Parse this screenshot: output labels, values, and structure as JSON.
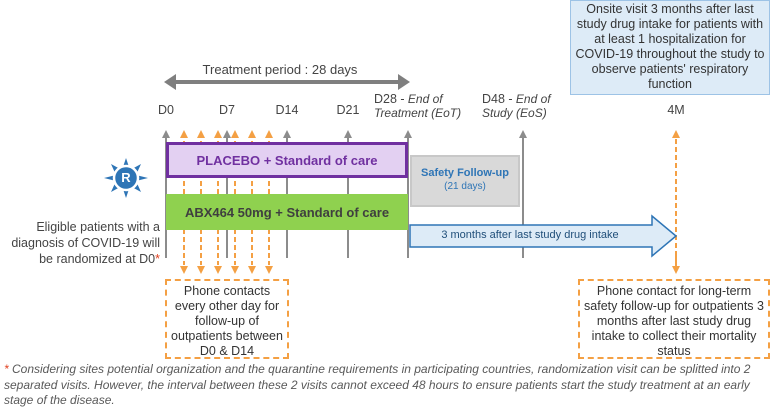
{
  "treatment_period": "Treatment period : 28 days",
  "timepoints": [
    {
      "label": "D0"
    },
    {
      "label": "D7"
    },
    {
      "label": "D14"
    },
    {
      "label": "D21"
    },
    {
      "label": "D28 -",
      "note": "End of Treatment (EoT)"
    },
    {
      "label": "D48 -",
      "note": "End of Study (EoS)"
    },
    {
      "label": "4M"
    }
  ],
  "onsite_visit_note": "Onsite visit 3 months after last study drug intake for patients with at least 1 hospitalization for COVID-19 throughout the study to observe patients' respiratory function",
  "randomization_badge": "R",
  "eligibility_text": "Eligible patients with a diagnosis of COVID-19 will be randomized at D0",
  "eligibility_asterisk": "*",
  "placebo_arm": {
    "name": "PLACEBO",
    "suffix": " + Standard of care"
  },
  "active_arm": {
    "name": "ABX464 50mg",
    "suffix": " + Standard of care"
  },
  "safety_followup": {
    "title": "Safety Follow-up",
    "duration": "(21 days)"
  },
  "three_month_arrow": "3 months after last study drug intake",
  "phone_contacts_note": "Phone contacts every other day for follow-up of outpatients between D0 & D14",
  "phone_longterm_note": "Phone contact for long-term safety follow-up for outpatients 3 months after last study drug intake to collect their mortality status",
  "footnote_asterisk": "*",
  "footnote": " Considering sites potential organization and the quarantine requirements in participating countries, randomization visit can be splitted into 2 separated visits. However, the interval between these 2 visits cannot exceed 48 hours to ensure patients start the study treatment at an early stage of the disease.",
  "colors": {
    "placebo_fill": "#e3d0f2",
    "placebo_border": "#7030a0",
    "placebo_text": "#7030a0",
    "active_fill": "#8fd14f",
    "active_text": "#3f3f3f",
    "followup_fill": "#d9d9d9",
    "followup_text": "#2e75b6",
    "arrow_fill": "#ddebf7",
    "arrow_border": "#2e75b6",
    "orange": "#f4a044",
    "onsite_fill": "#ddebf7",
    "badge": "#2e75b6"
  }
}
